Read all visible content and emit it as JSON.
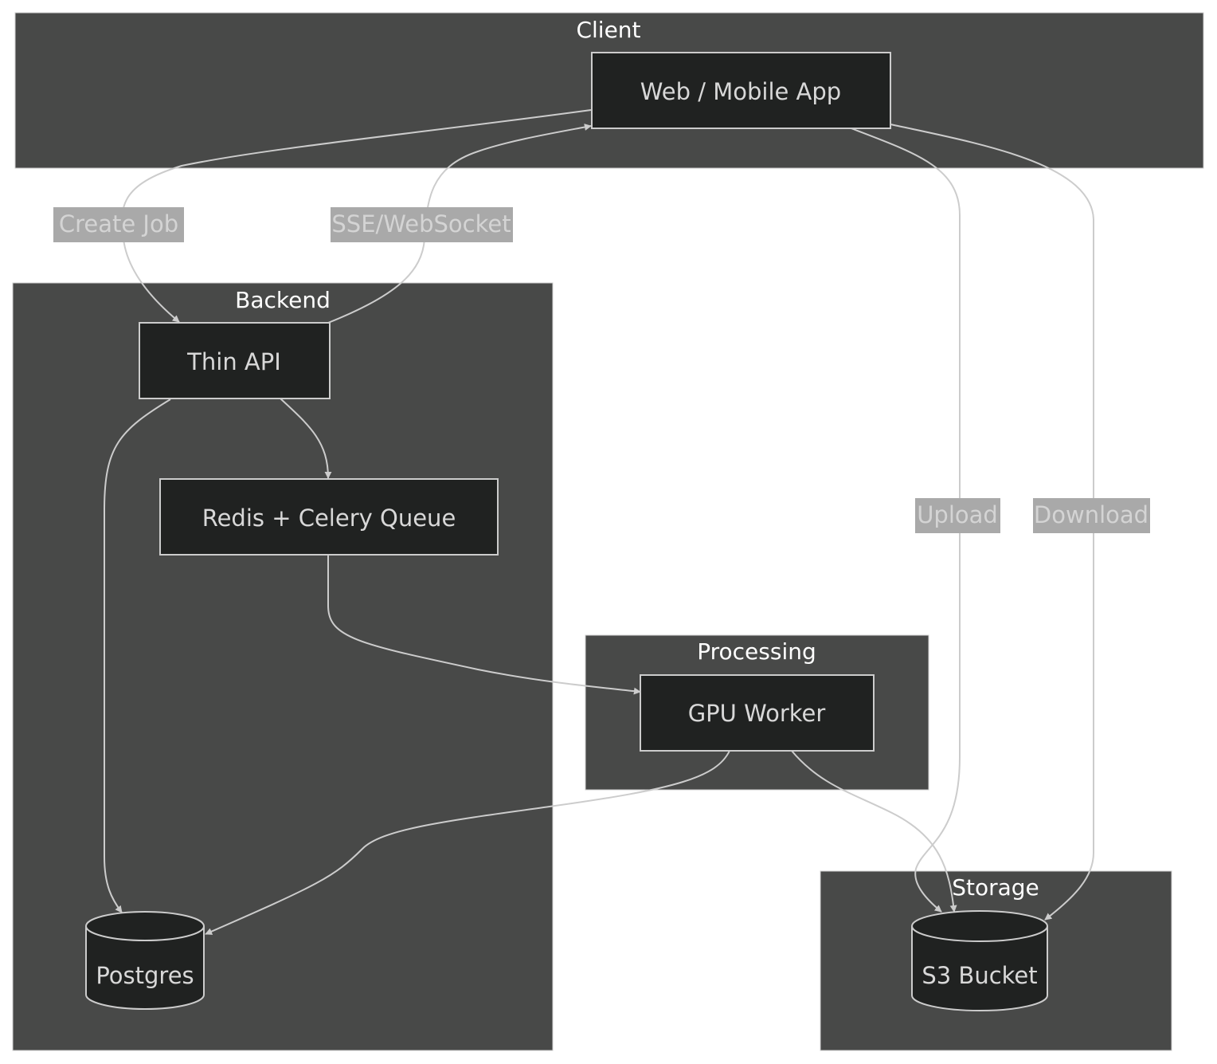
{
  "clusters": {
    "client": "Client",
    "backend": "Backend",
    "processing": "Processing",
    "storage": "Storage"
  },
  "nodes": {
    "app": "Web / Mobile App",
    "api": "Thin API",
    "queue": "Redis + Celery Queue",
    "gpu": "GPU Worker",
    "postgres": "Postgres",
    "s3": "S3 Bucket"
  },
  "edges": {
    "create_job": "Create Job",
    "sse": "SSE/WebSocket",
    "upload": "Upload",
    "download": "Download"
  },
  "colors": {
    "cluster_fill": "#484948",
    "node_fill": "#202221",
    "line": "#cccccc",
    "edge_label_bg": "#a9a9a9"
  }
}
